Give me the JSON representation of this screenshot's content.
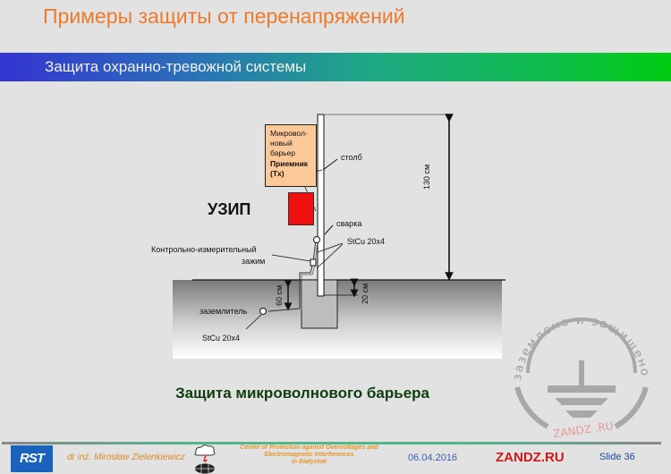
{
  "header": {
    "title": "Примеры защиты от перенапряжений",
    "subtitle": "Защита охранно-тревожной системы",
    "title_color": "#ec7a2c"
  },
  "diagram": {
    "barrier_box": {
      "line1": "Микровол-",
      "line2": "новый",
      "line3": "барьер",
      "line4": "Приемник",
      "line5": "(Tx)",
      "fill_color": "#fcc898"
    },
    "spd_label": "УЗИП",
    "spd_color": "#f01010",
    "labels": {
      "pole": "столб",
      "weld": "сварка",
      "conductor_top": "StCu 20x4",
      "test_clamp_line1": "Контрольно-измерительный",
      "test_clamp_line2": "зажим",
      "earth_electrode": "заземлитель",
      "conductor_bottom": "StCu 20x4"
    },
    "dimensions": {
      "height_above_ground": "130 см",
      "depth_electrode": "60 см",
      "depth_foundation": "20 см"
    }
  },
  "caption": "Защита микроволнового барьера",
  "watermark": {
    "arc_text": "заземлено и защищено",
    "brand_text": "ZANDZ .RU"
  },
  "footer": {
    "logo_text": "RST",
    "author": "dr inż. Mirosław Zielenkiewicz",
    "center_line1": "Center of Protection against Overvoltages and",
    "center_line2": "Electromagnetic Interferences",
    "center_line3": "in Białystok",
    "date": "06.04.2016",
    "brand": "ZANDZ.RU",
    "slide": "Slide 36"
  }
}
